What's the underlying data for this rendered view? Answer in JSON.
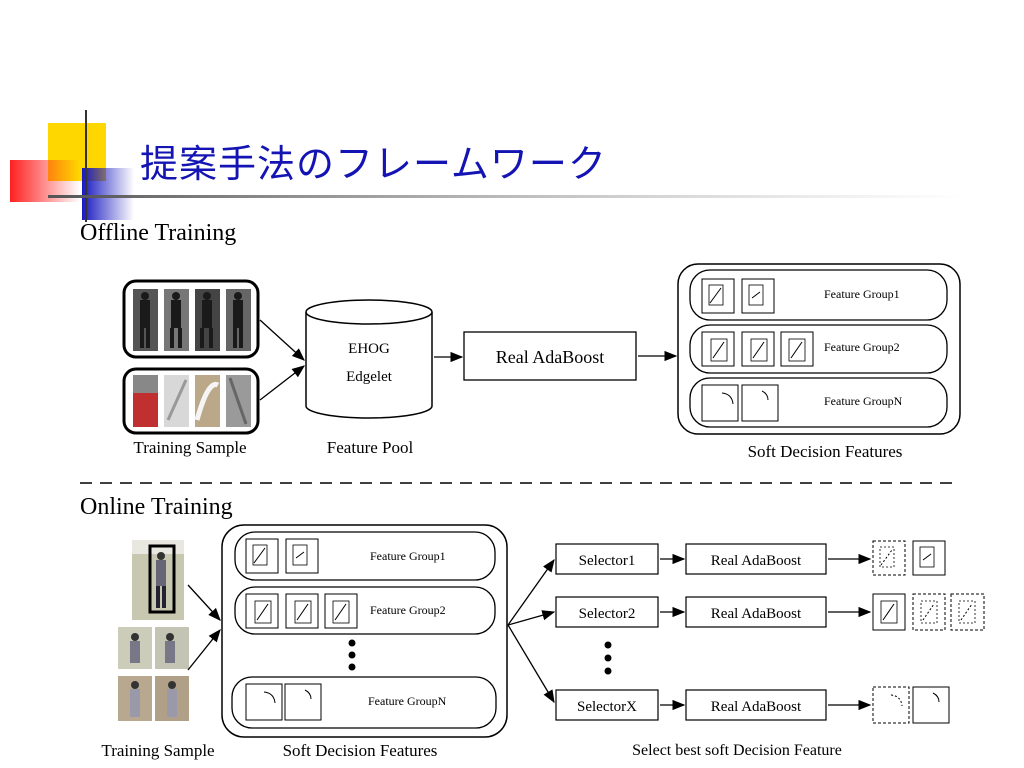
{
  "slide": {
    "title": "提案手法のフレームワーク"
  },
  "offline": {
    "heading": "Offline Training",
    "training_sample_label": "Training Sample",
    "feature_pool": {
      "line1": "EHOG",
      "line2": "Edgelet",
      "caption": "Feature Pool"
    },
    "booster": "Real AdaBoost",
    "soft_features_caption": "Soft Decision Features",
    "groups": [
      "Feature Group1",
      "Feature Group2",
      "Feature GroupN"
    ]
  },
  "online": {
    "heading": "Online Training",
    "training_sample_label": "Training Sample",
    "soft_features_caption": "Soft Decision Features",
    "groups": [
      "Feature Group1",
      "Feature Group2",
      "Feature GroupN"
    ],
    "selectors": [
      {
        "selector": "Selector1",
        "booster": "Real AdaBoost"
      },
      {
        "selector": "Selector2",
        "booster": "Real AdaBoost"
      },
      {
        "selector": "SelectorX",
        "booster": "Real AdaBoost"
      }
    ],
    "select_caption": "Select best soft Decision Feature"
  },
  "colors": {
    "title": "#1414b4",
    "deco_yellow": "#ffd700",
    "deco_red": "#ff3030",
    "deco_blue": "#2020c8"
  }
}
